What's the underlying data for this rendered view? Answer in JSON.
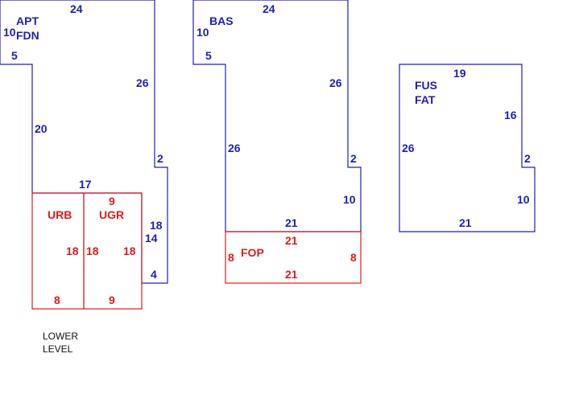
{
  "colors": {
    "main": "#1f1fb8",
    "addition": "#d81e1e",
    "note": "#111111"
  },
  "apt": {
    "labels": [
      "APT",
      "FDN"
    ],
    "dims": {
      "top": "24",
      "left_upper": "10",
      "step": "5",
      "right_upper": "26",
      "left_lower": "20",
      "notch_top": "2",
      "notch_right": "18",
      "inner_right": "14",
      "bottom_notch": "4",
      "mid": "17"
    }
  },
  "urb": {
    "label": "URB",
    "dims": {
      "right": "18",
      "bottom": "8"
    }
  },
  "ugr": {
    "label": "UGR",
    "dims": {
      "top": "9",
      "left": "18",
      "right": "18",
      "bottom": "9"
    }
  },
  "bas": {
    "label": "BAS",
    "dims": {
      "top": "24",
      "left_upper": "10",
      "step": "5",
      "right_upper": "26",
      "left_lower": "26",
      "notch_top": "2",
      "right_lower": "10",
      "bottom": "21"
    }
  },
  "fop": {
    "label": "FOP",
    "dims": {
      "top": "21",
      "left": "8",
      "right": "8",
      "bottom": "21"
    }
  },
  "fus": {
    "labels": [
      "FUS",
      "FAT"
    ],
    "dims": {
      "top": "19",
      "right_upper": "16",
      "left": "26",
      "notch_top": "2",
      "right_lower": "10",
      "bottom": "21"
    }
  },
  "note": {
    "line1": "LOWER",
    "line2": "LEVEL"
  }
}
